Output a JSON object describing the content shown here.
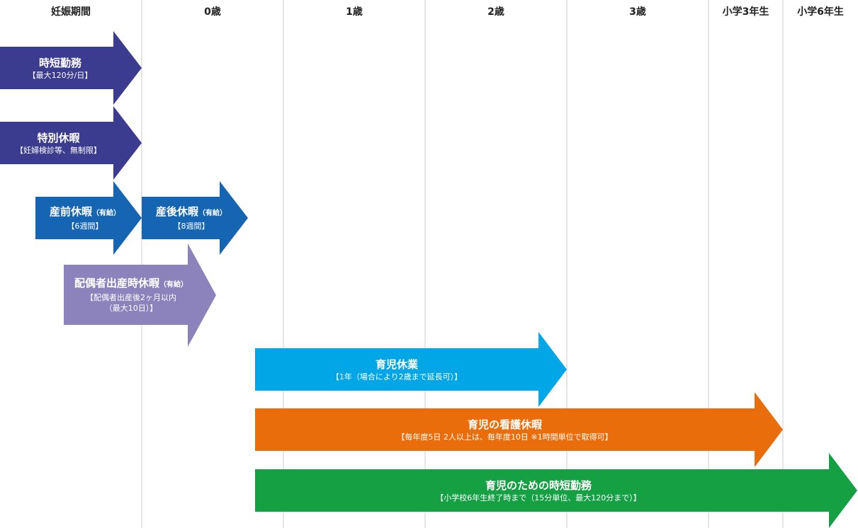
{
  "headers": [
    {
      "key": "pregnancy",
      "label": "妊娠期間"
    },
    {
      "key": "age0",
      "label": "0歳"
    },
    {
      "key": "age1",
      "label": "1歳"
    },
    {
      "key": "age2",
      "label": "2歳"
    },
    {
      "key": "age3",
      "label": "3歳"
    },
    {
      "key": "grade3",
      "label": "小学3年生"
    },
    {
      "key": "grade6",
      "label": "小学6年生"
    }
  ],
  "colors": {
    "navy": "#3b3b8f",
    "blue": "#1565b3",
    "lavender": "#8c83bd",
    "sky": "#00a6e6",
    "orange": "#ea6d0b",
    "green": "#14a043",
    "gridline": "#cccccc"
  },
  "arrows": [
    {
      "key": "short_hours_pregnancy",
      "title": "時短勤務",
      "title_suffix": "",
      "detail": "【最大120分/日】",
      "color": "#3b3b8f"
    },
    {
      "key": "special_leave",
      "title": "特別休暇",
      "title_suffix": "",
      "detail": "【妊婦検診等、無制限】",
      "color": "#3b3b8f"
    },
    {
      "key": "prenatal_leave",
      "title": "産前休暇",
      "title_suffix": "（有給）",
      "detail": "【6週間】",
      "color": "#1565b3"
    },
    {
      "key": "postnatal_leave",
      "title": "産後休暇",
      "title_suffix": "（有給）",
      "detail": "【8週間】",
      "color": "#1565b3"
    },
    {
      "key": "spouse_birth_leave",
      "title": "配偶者出産時休暇",
      "title_suffix": "（有給）",
      "detail": "【配偶者出産後2ヶ月以内",
      "detail2": "（最大10日）】",
      "color": "#8c83bd"
    },
    {
      "key": "childcare_leave",
      "title": "育児休業",
      "title_suffix": "",
      "detail": "【1年（場合により2歳まで延長可）】",
      "color": "#00a6e6"
    },
    {
      "key": "sick_child_leave",
      "title": "育児の看護休暇",
      "title_suffix": "",
      "detail": "【毎年度5日 2人以上は、毎年度10日 ※1時間単位で取得可】",
      "color": "#ea6d0b"
    },
    {
      "key": "childcare_short_hours",
      "title": "育児のための時短勤務",
      "title_suffix": "",
      "detail": "【小学校6年生終了時まで（15分単位、最大120分まで）】",
      "color": "#14a043"
    }
  ]
}
